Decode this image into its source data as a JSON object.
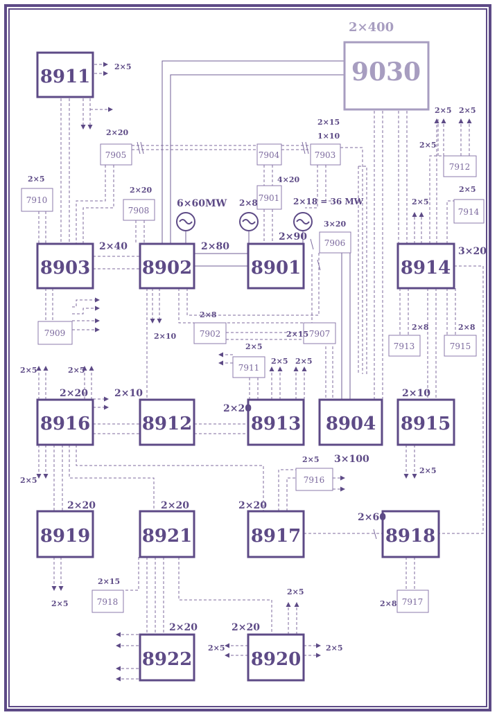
{
  "colors": {
    "line": "#5d4a86",
    "light": "#8b7aab",
    "background": "#ffffff"
  },
  "nodes": {
    "n9030": "9030",
    "n8911": "8911",
    "n8903": "8903",
    "n8902": "8902",
    "n8901": "8901",
    "n8914": "8914",
    "n8916": "8916",
    "n8912": "8912",
    "n8913": "8913",
    "n8904": "8904",
    "n8915": "8915",
    "n8919": "8919",
    "n8921": "8921",
    "n8917": "8917",
    "n8918": "8918",
    "n8922": "8922",
    "n8920": "8920"
  },
  "sub_nodes": {
    "s7905": "7905",
    "s7904": "7904",
    "s7903": "7903",
    "s7912": "7912",
    "s7910": "7910",
    "s7908": "7908",
    "s7901": "7901",
    "s7906": "7906",
    "s7914": "7914",
    "s7909": "7909",
    "s7902": "7902",
    "s7907": "7907",
    "s7913": "7913",
    "s7915": "7915",
    "s7911": "7911",
    "s7916": "7916",
    "s7918": "7918",
    "s7917": "7917"
  },
  "labels": {
    "l_2x400": "2×400",
    "l_2x5_8911": "2×5",
    "l_2x20_7905": "2×20",
    "l_2x15_7903": "2×15",
    "l_1x10_7903": "1×10",
    "l_2x5_t1": "2×5",
    "l_2x5_t2": "2×5",
    "l_2x5_7912": "2×5",
    "l_4x20": "4×20",
    "l_2x5_7910": "2×5",
    "l_2x20_7908": "2×20",
    "l_6x60mw": "6×60MW",
    "l_2x8_gen": "2×8",
    "l_2x18": "2×18 = 36 MW",
    "l_2x5_7914": "2×5",
    "l_2x5_8914": "2×5",
    "l_3x20_7906": "3×20",
    "l_2x40": "2×40",
    "l_2x80": "2×80",
    "l_2x90": "2×90",
    "l_3x20_8914": "3×20",
    "l_2x8_7902": "2×8",
    "l_2x10_8902": "2×10",
    "l_2x15_7907": "2×15",
    "l_2x8_7913": "2×8",
    "l_2x8_7915": "2×8",
    "l_2x5_7911": "2×5",
    "l_2x5_8913a": "2×5",
    "l_2x5_8913b": "2×5",
    "l_2x5_8916a": "2×5",
    "l_2x5_8916b": "2×5",
    "l_2x20_8916": "2×20",
    "l_2x10_8912": "2×10",
    "l_2x20_8913": "2×20",
    "l_2x10_8915": "2×10",
    "l_2x5_7916": "2×5",
    "l_3x100": "3×100",
    "l_2x5_8916c": "2×5",
    "l_2x5_8915": "2×5",
    "l_2x20_8919": "2×20",
    "l_2x20_8921": "2×20",
    "l_2x20_8917": "2×20",
    "l_2x60": "2×60",
    "l_2x15_7918": "2×15",
    "l_2x5_8919": "2×5",
    "l_2x8_7917": "2×8",
    "l_2x5_8920a": "2×5",
    "l_2x20_8922": "2×20",
    "l_2x20_8920": "2×20",
    "l_2x5_8920b": "2×5",
    "l_2x5_8920c": "2×5"
  }
}
